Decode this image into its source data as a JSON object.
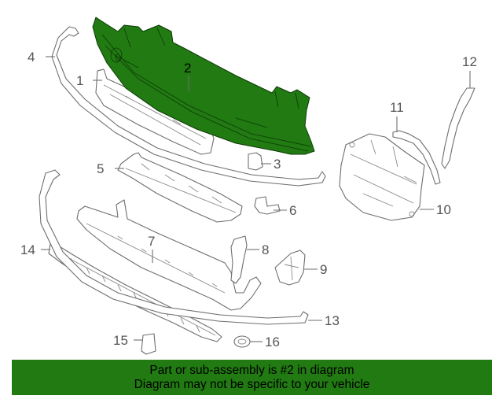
{
  "diagram": {
    "highlight_color": "#217a12",
    "callouts": [
      {
        "id": "1",
        "label": "1"
      },
      {
        "id": "2",
        "label": "2",
        "highlighted": true
      },
      {
        "id": "3",
        "label": "3"
      },
      {
        "id": "4",
        "label": "4"
      },
      {
        "id": "5",
        "label": "5"
      },
      {
        "id": "6",
        "label": "6"
      },
      {
        "id": "7",
        "label": "7"
      },
      {
        "id": "8",
        "label": "8"
      },
      {
        "id": "9",
        "label": "9"
      },
      {
        "id": "10",
        "label": "10"
      },
      {
        "id": "11",
        "label": "11"
      },
      {
        "id": "12",
        "label": "12"
      },
      {
        "id": "13",
        "label": "13"
      },
      {
        "id": "14",
        "label": "14"
      },
      {
        "id": "15",
        "label": "15"
      },
      {
        "id": "16",
        "label": "16"
      }
    ]
  },
  "banner": {
    "background": "#217a12",
    "line1": "Part or sub-assembly is #2 in diagram",
    "line2": "Diagram may not be specific to your vehicle"
  }
}
